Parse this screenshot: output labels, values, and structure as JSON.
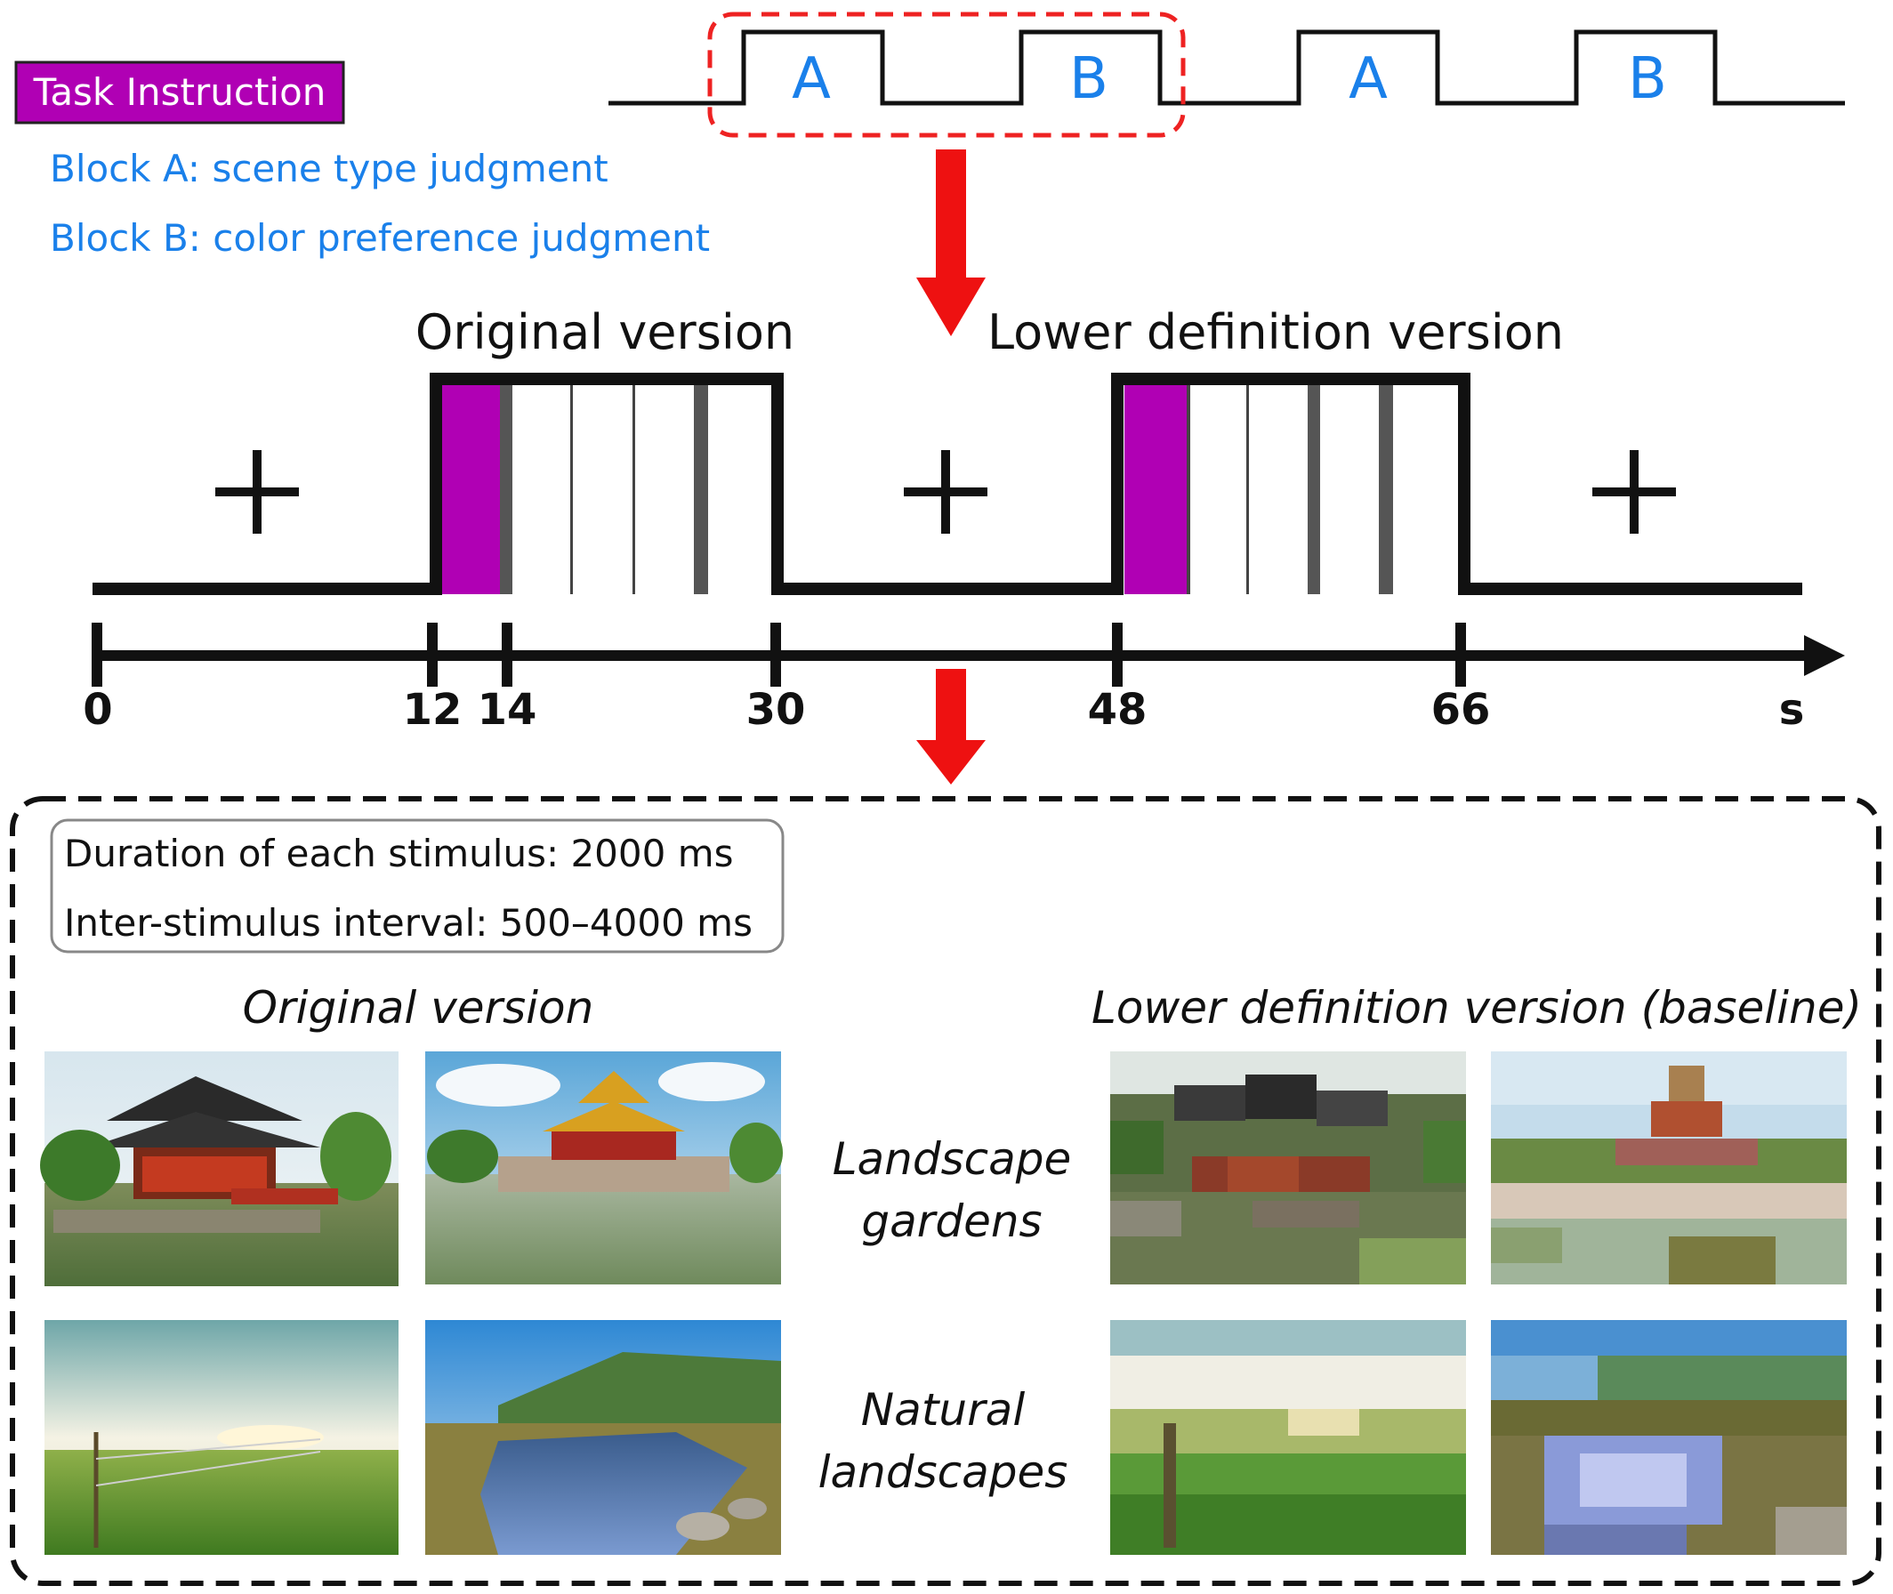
{
  "task_instruction": {
    "label": "Task Instruction",
    "color": "#b000b4",
    "blocks": [
      "A",
      "B",
      "A",
      "B"
    ],
    "block_a_text": "Block A: scene type judgment",
    "block_b_text": "Block B: color preference judgment",
    "text_color": "#1a80ea"
  },
  "timeline": {
    "original_label": "Original version",
    "lower_label": "Lower definition version",
    "fixation_symbol": "+",
    "ticks": [
      "0",
      "12",
      "14",
      "30",
      "48",
      "66"
    ],
    "unit": "s",
    "instruction_color": "#b000b4",
    "highlight_color": "#ee2222"
  },
  "detail": {
    "duration_text": "Duration of each stimulus: 2000 ms",
    "isi_text": "Inter-stimulus interval: 500–4000 ms",
    "original_heading": "Original version",
    "lower_heading": "Lower definition version (baseline)",
    "category_1_line1": "Landscape",
    "category_1_line2": "gardens",
    "category_2_line1": "Natural",
    "category_2_line2": "landscapes"
  }
}
